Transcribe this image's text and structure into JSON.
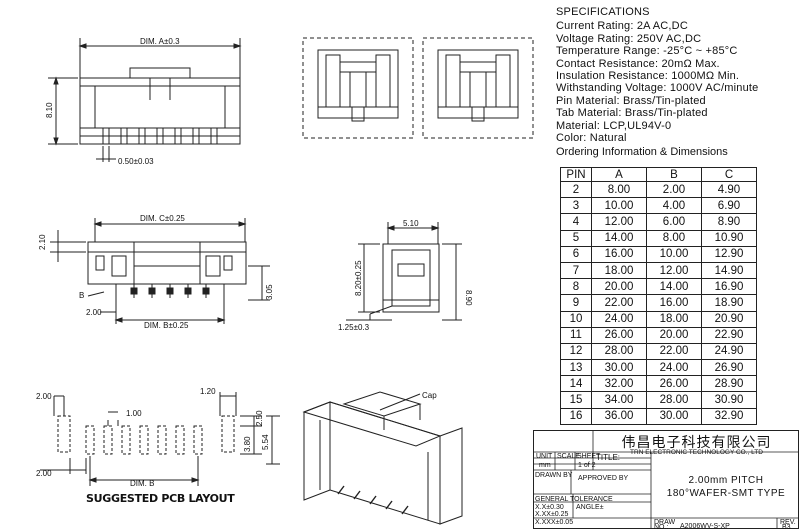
{
  "specs": {
    "title": "SPECIFICATIONS",
    "lines": [
      "Current Rating: 2A AC,DC",
      "Voltage Rating: 250V AC,DC",
      "Temperature Range: -25°C ~ +85°C",
      "Contact Resistance: 20mΩ Max.",
      "Insulation Resistance: 1000MΩ Min.",
      "Withstanding Voltage: 1000V AC/minute",
      "Pin Material: Brass/Tin-plated",
      "Tab Material: Brass/Tin-plated",
      "Material: LCP,UL94V-0",
      "Color: Natural"
    ]
  },
  "ordering": {
    "title": "Ordering Information & Dimensions",
    "headers": [
      "PIN",
      "A",
      "B",
      "C"
    ],
    "rows": [
      [
        "2",
        "8.00",
        "2.00",
        "4.90"
      ],
      [
        "3",
        "10.00",
        "4.00",
        "6.90"
      ],
      [
        "4",
        "12.00",
        "6.00",
        "8.90"
      ],
      [
        "5",
        "14.00",
        "8.00",
        "10.90"
      ],
      [
        "6",
        "16.00",
        "10.00",
        "12.90"
      ],
      [
        "7",
        "18.00",
        "12.00",
        "14.90"
      ],
      [
        "8",
        "20.00",
        "14.00",
        "16.90"
      ],
      [
        "9",
        "22.00",
        "16.00",
        "18.90"
      ],
      [
        "10",
        "24.00",
        "18.00",
        "20.90"
      ],
      [
        "11",
        "26.00",
        "20.00",
        "22.90"
      ],
      [
        "12",
        "28.00",
        "22.00",
        "24.90"
      ],
      [
        "13",
        "30.00",
        "24.00",
        "26.90"
      ],
      [
        "14",
        "32.00",
        "26.00",
        "28.90"
      ],
      [
        "15",
        "34.00",
        "28.00",
        "30.90"
      ],
      [
        "16",
        "36.00",
        "30.00",
        "32.90"
      ]
    ]
  },
  "drawing": {
    "dim_a": "DIM. A±0.3",
    "dim_h1": "8.10",
    "pitch_pin": "0.50±0.03",
    "dim_c": "DIM. C±0.25",
    "dim_b": "DIM. B±0.25",
    "d_210": "2.10",
    "d_305": "3.05",
    "d_200a": "2.00",
    "b_label": "B",
    "d_510": "5.10",
    "d_820": "8.20±0.25",
    "d_890": "8.90",
    "d_125": "1.25±0.3",
    "pcb_200": "2.00",
    "pcb_120": "1.20",
    "pcb_100": "1.00",
    "pcb_250": "2.50",
    "pcb_380": "3.80",
    "pcb_554": "5.54",
    "pcb_200b": "2.00",
    "pcb_dimb": "DIM. B",
    "cap": "Cap",
    "pcb_title": "SUGGESTED PCB LAYOUT"
  },
  "title_block": {
    "company_cn": "伟昌电子科技有限公司",
    "company_en": "TRN ELECTRONIC TECHNOLOGY CO., LTD",
    "unit": "UNIT",
    "scale": "SCALE",
    "sheet": "SHEET",
    "title_label": "TITLE:",
    "unit_val": "mm",
    "sheet_val": "1 of 2",
    "drawn_by": "DRAWN BY",
    "approved": "APPROVED BY",
    "general": "GENERAL TOLERANCE",
    "tol1": "X.X±0.30",
    "tol2": "X.XX±0.25",
    "tol3": "X.XXX±0.05",
    "angle": "ANGLE±",
    "draw": "DRAW",
    "no": "NO.:",
    "draw_no": "A2006WV-S-XP",
    "rev": "REV.",
    "rev_val": "B3",
    "title1": "2.00mm PITCH",
    "title2": "180°WAFER-SMT TYPE"
  }
}
